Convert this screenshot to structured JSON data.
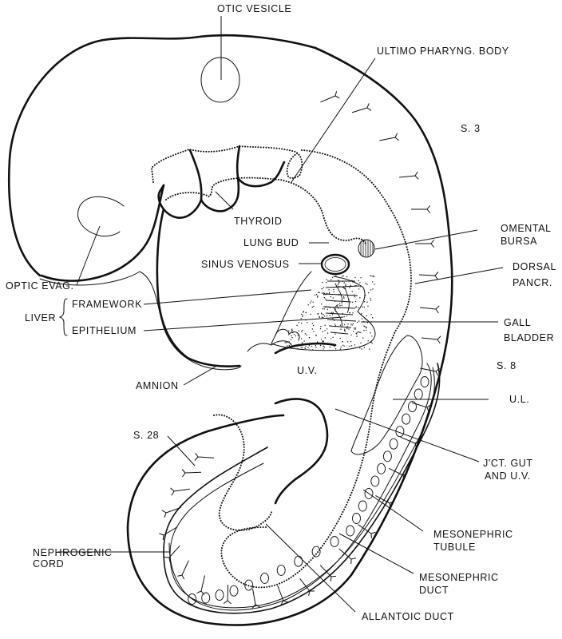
{
  "figure": {
    "title": "Embryo sagittal reconstruction",
    "colors": {
      "ink": "#111111",
      "background": "#ffffff"
    }
  },
  "labels": {
    "otic_vesicle": "OTIC VESICLE",
    "ultimo_pharyng_body": "ULTIMO PHARYNG. BODY",
    "s3": "S. 3",
    "thyroid": "THYROID",
    "lung_bud": "LUNG BUD",
    "omental_bursa_1": "OMENTAL",
    "omental_bursa_2": "BURSA",
    "sinus_venosus": "SINUS VENOSUS",
    "dorsal_pancr_1": "DORSAL",
    "dorsal_pancr_2": "PANCR.",
    "optic_evag": "OPTIC EVAG.",
    "liver": "LIVER",
    "framework": "FRAMEWORK",
    "epithelium": "EPITHELIUM",
    "gall_bladder_1": "GALL",
    "gall_bladder_2": "BLADDER",
    "amnion": "AMNION",
    "uv": "U.V.",
    "s8": "S. 8",
    "ul": "U.L.",
    "s28": "S. 28",
    "jct_gut_1": "J'CT. GUT",
    "jct_gut_2": "AND U.V.",
    "nephrogenic_1": "NEPHROGENIC",
    "nephrogenic_2": "CORD",
    "mesonephric_tubule_1": "MESONEPHRIC",
    "mesonephric_tubule_2": "TUBULE",
    "mesonephric_duct_1": "MESONEPHRIC",
    "mesonephric_duct_2": "DUCT",
    "allantoic_duct": "ALLANTOIC DUCT"
  }
}
